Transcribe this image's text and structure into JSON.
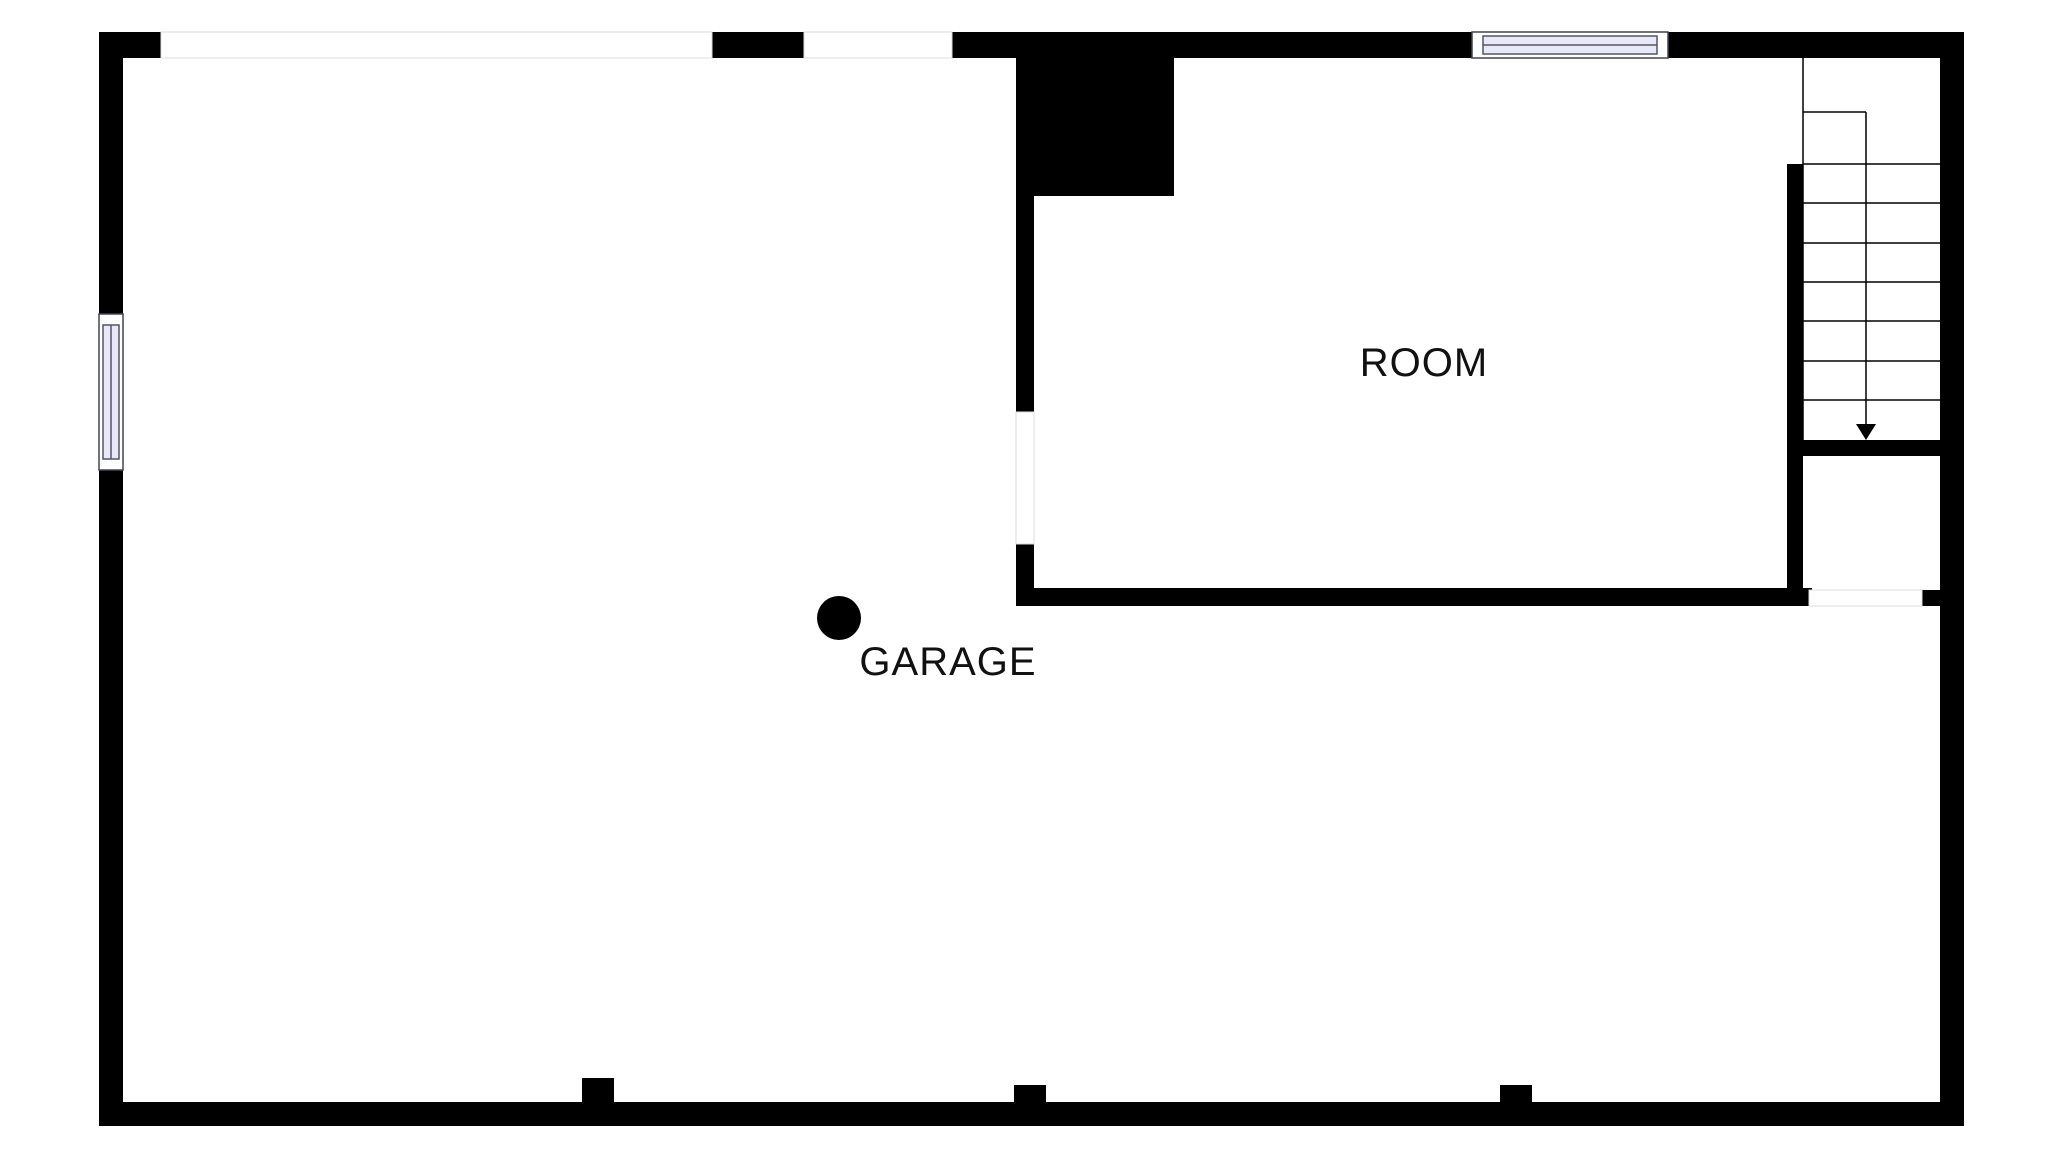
{
  "rooms": {
    "garage": {
      "label": "GARAGE"
    },
    "room": {
      "label": "ROOM"
    }
  },
  "colors": {
    "wall": "#000000",
    "floor": "#ffffff",
    "window_fill": "#e8e8f8",
    "window_stroke": "#555566"
  },
  "icons": {
    "stairs": "stairs-down-arrow",
    "column": "support-post"
  }
}
